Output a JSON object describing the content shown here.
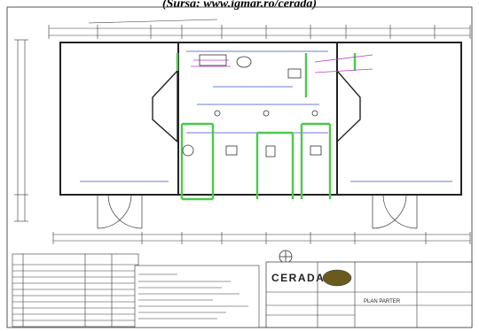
{
  "caption": "(Sursa: www.igmar.ro/cerada)",
  "title_block": {
    "company_name": "CERADA",
    "sheet_title": "PLAN PARTER"
  },
  "colors": {
    "wall": "#222222",
    "green_partition": "#4cc94c",
    "blue_dimension": "#3b4fc9",
    "magenta_note": "#c43bc4",
    "sheet_background": "#ffffff"
  },
  "icons": [
    "north-arrow-icon",
    "door-swing-icon",
    "logo-badge-icon"
  ]
}
